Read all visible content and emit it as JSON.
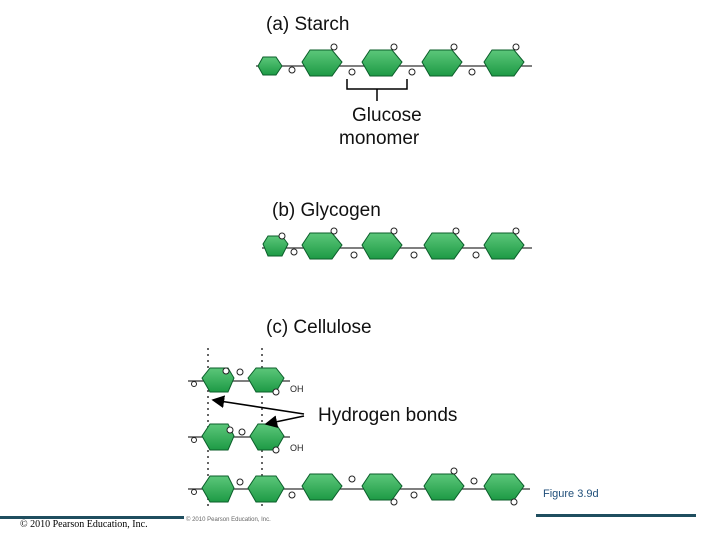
{
  "labels": {
    "starch": "(a) Starch",
    "glucose_monomer_line1": "Glucose",
    "glucose_monomer_line2": "monomer",
    "glycogen": "(b) Glycogen",
    "cellulose": "(c) Cellulose",
    "hydrogen_bonds": "Hydrogen bonds",
    "oh": "OH"
  },
  "footer": {
    "figure_label": "Figure 3.9d",
    "copyright": "© 2010 Pearson Education, Inc.",
    "inner_copyright": "© 2010 Pearson Education, Inc."
  },
  "colors": {
    "ring_fill": "#2aa84f",
    "ring_stroke": "#0b5e2a",
    "oxygen": "#ffffff",
    "footer_bar": "#1f4e5f"
  }
}
